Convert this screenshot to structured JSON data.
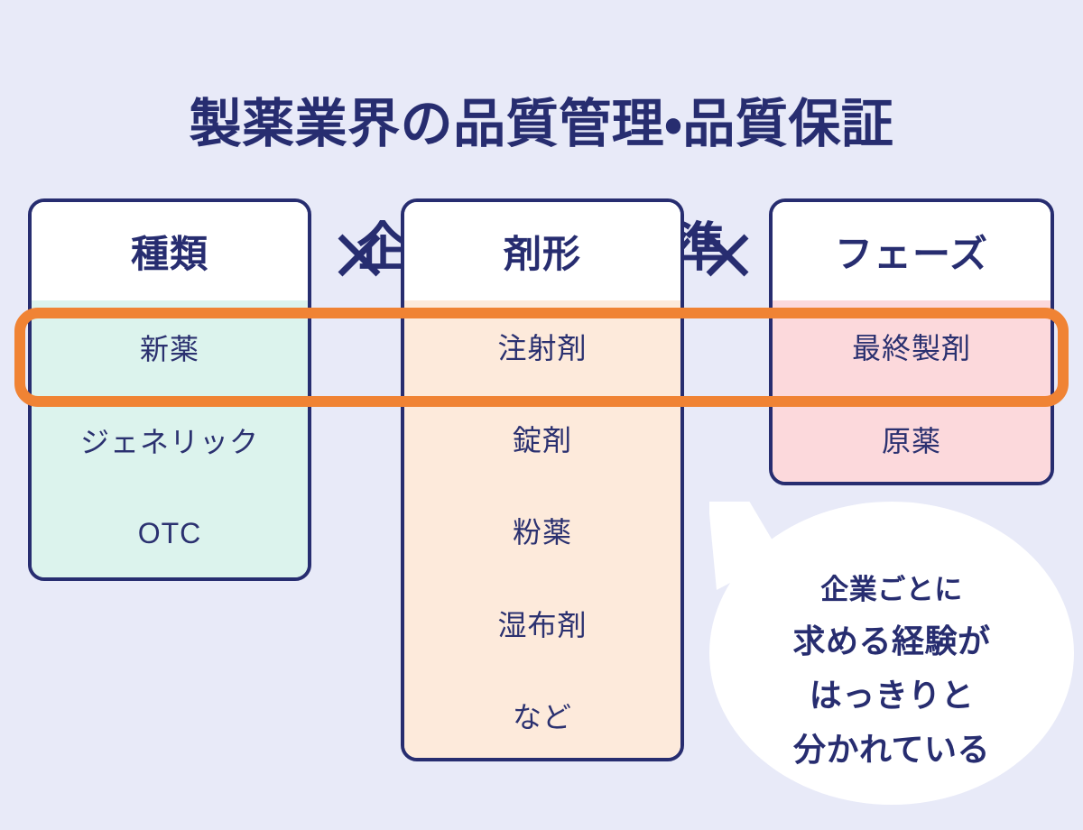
{
  "page": {
    "title_line1": "製薬業界の品質管理・品質保証",
    "title_line2": "企業の採用基準",
    "background_color": "#e8eaf8",
    "navy": "#272d70",
    "orange": "#f08334"
  },
  "separators": {
    "sep1": "×",
    "sep2": "×"
  },
  "columns": [
    {
      "key": "type",
      "header": "種類",
      "body_color": "#dcf3ed",
      "items": [
        "新薬",
        "ジェネリック",
        "OTC"
      ]
    },
    {
      "key": "dosage-form",
      "header": "剤形",
      "body_color": "#fdeadb",
      "items": [
        "注射剤",
        "錠剤",
        "粉薬",
        "湿布剤",
        "など"
      ]
    },
    {
      "key": "phase",
      "header": "フェーズ",
      "body_color": "#fcd9dc",
      "items": [
        "最終製剤",
        "原薬"
      ]
    }
  ],
  "highlight": {
    "color": "#f08334",
    "selected_items": [
      "新薬",
      "注射剤",
      "最終製剤"
    ]
  },
  "callout": {
    "line1": "企業ごとに",
    "line2": "求める経験が",
    "line3": "はっきりと",
    "line4": "分かれている"
  }
}
